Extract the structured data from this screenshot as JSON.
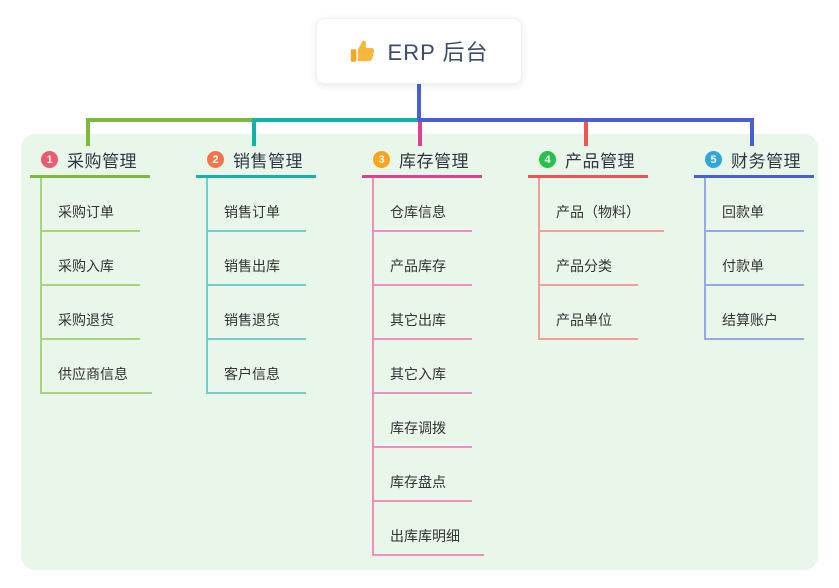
{
  "root": {
    "label": "ERP 后台",
    "icon": "thumbs-up-icon"
  },
  "theme": {
    "page_bg": "#ffffff",
    "panel_bg": "#e9f6ea",
    "root_connector": "#4a5fd2",
    "card_bg": "#ffffff",
    "title_text": "#2f3542",
    "child_text": "#333333",
    "root_text": "#3c4b66",
    "thumb_color": "#f6b73c"
  },
  "branches": [
    {
      "index": "1",
      "label": "采购管理",
      "badge_color": "#ee5b6e",
      "line_color": "#7cb93e",
      "light_line_color": "#a6d47c",
      "children": [
        "采购订单",
        "采购入库",
        "采购退货",
        "供应商信息"
      ]
    },
    {
      "index": "2",
      "label": "销售管理",
      "badge_color": "#f3764a",
      "line_color": "#12b2a9",
      "light_line_color": "#72cfc8",
      "children": [
        "销售订单",
        "销售出库",
        "销售退货",
        "客户信息"
      ]
    },
    {
      "index": "3",
      "label": "库存管理",
      "badge_color": "#f7a51b",
      "line_color": "#e0418c",
      "light_line_color": "#f08fbd",
      "children": [
        "仓库信息",
        "产品库存",
        "其它出库",
        "其它入库",
        "库存调拨",
        "库存盘点",
        "出库库明细"
      ]
    },
    {
      "index": "4",
      "label": "产品管理",
      "badge_color": "#27c14a",
      "line_color": "#f05352",
      "light_line_color": "#f59d97",
      "children": [
        "产品（物料）",
        "产品分类",
        "产品单位"
      ]
    },
    {
      "index": "5",
      "label": "财务管理",
      "badge_color": "#2fa7db",
      "line_color": "#4a5fd2",
      "light_line_color": "#96a9e6",
      "children": [
        "回款单",
        "付款单",
        "结算账户"
      ]
    }
  ]
}
